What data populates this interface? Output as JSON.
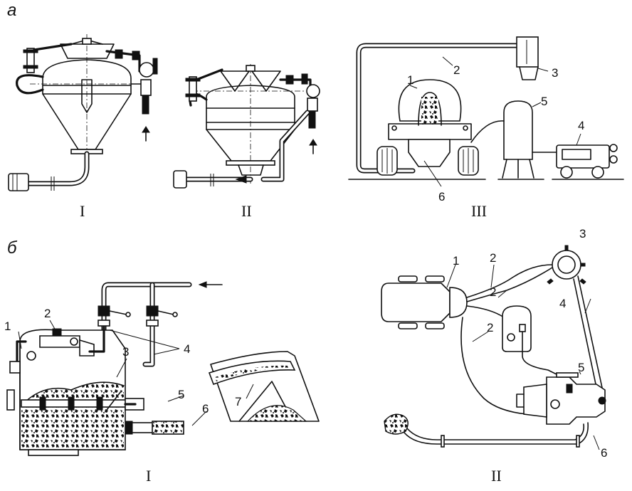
{
  "sections": {
    "a": {
      "label": "а",
      "panels": [
        "I",
        "II",
        "III"
      ],
      "callouts": [
        "1",
        "2",
        "3",
        "4",
        "5",
        "6"
      ]
    },
    "b": {
      "label": "б",
      "panels": [
        "I",
        "II"
      ],
      "callouts_I": [
        "1",
        "2",
        "3",
        "4",
        "5",
        "6",
        "7"
      ],
      "callouts_II": [
        "1",
        "2",
        "2",
        "2",
        "3",
        "4",
        "5",
        "6"
      ]
    }
  },
  "colors": {
    "ink": "#111111",
    "paper": "#ffffff"
  }
}
